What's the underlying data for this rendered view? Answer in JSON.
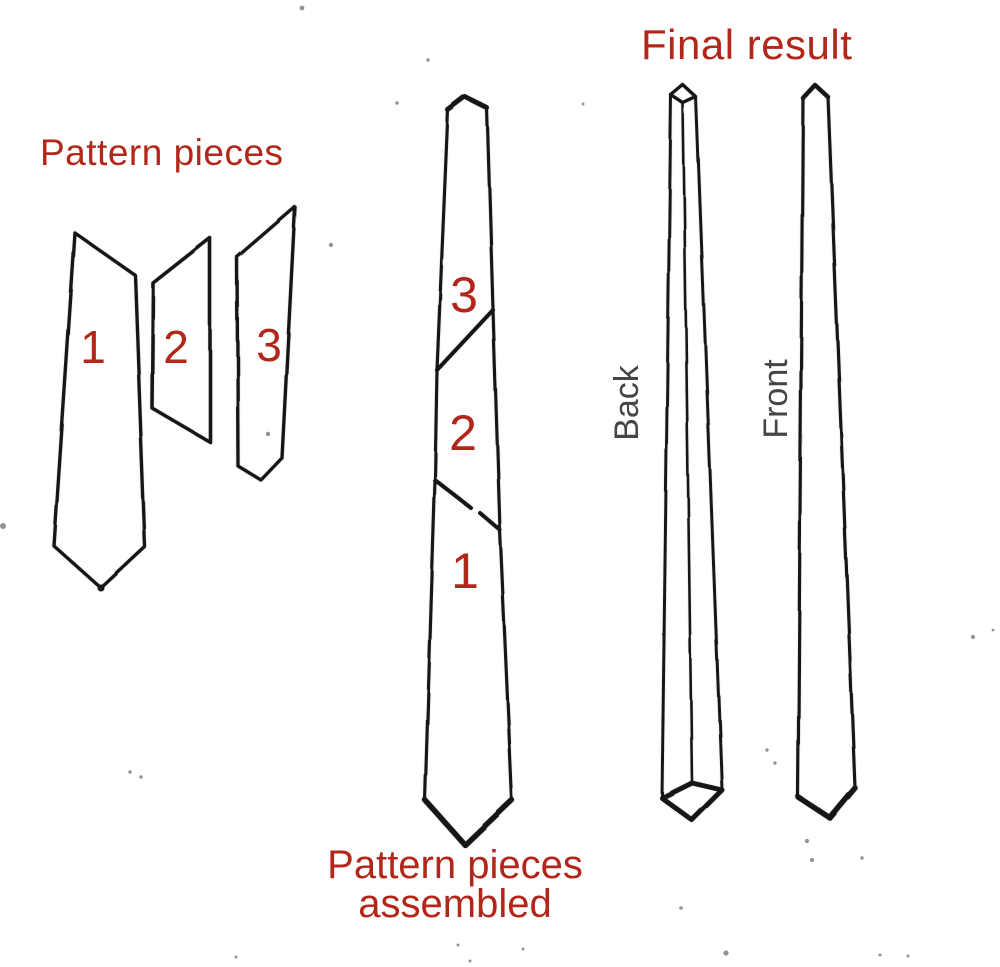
{
  "colors": {
    "accent_red": "#b3261a",
    "label_gray": "#454545",
    "ink": "#161616",
    "background": "#ffffff"
  },
  "pattern_pieces": {
    "heading": "Pattern pieces",
    "piece_labels": [
      "1",
      "2",
      "3"
    ]
  },
  "assembled": {
    "segment_labels_top_to_bottom": [
      "3",
      "2",
      "1"
    ],
    "caption_line1": "Pattern pieces",
    "caption_line2": "assembled"
  },
  "final_result": {
    "heading": "Final result",
    "back_label": "Back",
    "front_label": "Front"
  }
}
